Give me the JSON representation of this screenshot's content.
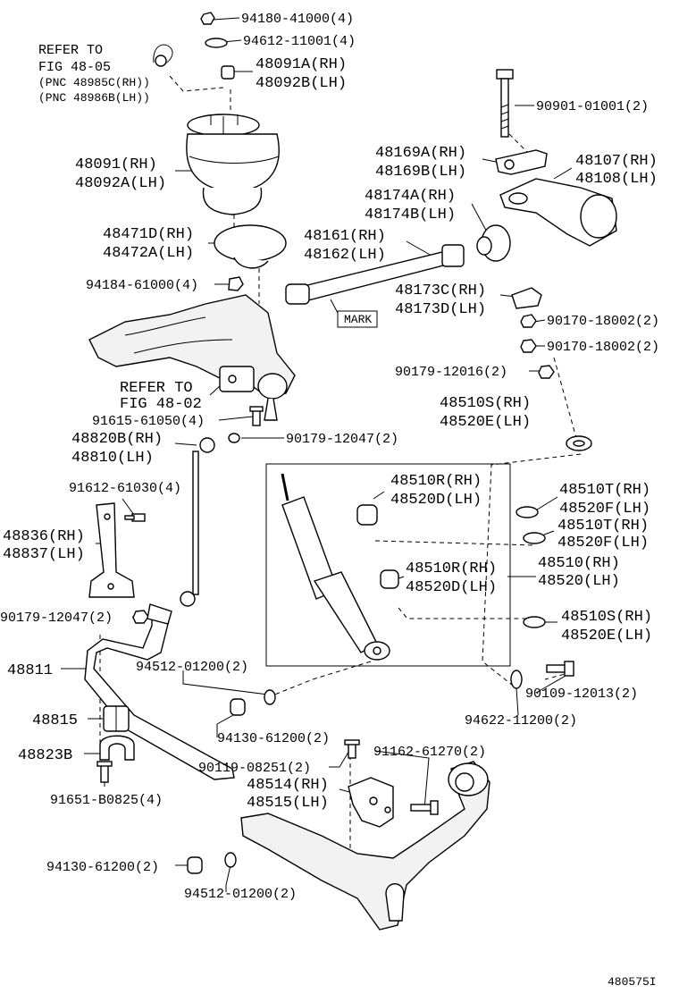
{
  "refs": {
    "ref1_line1": "REFER TO",
    "ref1_line2": "FIG 48-05",
    "ref1_line3": "(PNC 48985C(RH))",
    "ref1_line4": "(PNC 48986B(LH))",
    "ref2_line1": "REFER TO",
    "ref2_line2": "FIG 48-02",
    "mark": "MARK"
  },
  "labels": {
    "l_94180": "94180-41000(4)",
    "l_94612": "94612-11001(4)",
    "l_48091A": "48091A(RH)",
    "l_48092B": "48092B(LH)",
    "l_90901": "90901-01001(2)",
    "l_48169A": "48169A(RH)",
    "l_48169B": "48169B(LH)",
    "l_48107": "48107(RH)",
    "l_48108": "48108(LH)",
    "l_48091": "48091(RH)",
    "l_48092A": "48092A(LH)",
    "l_48174A": "48174A(RH)",
    "l_48174B": "48174B(LH)",
    "l_48471D": "48471D(RH)",
    "l_48472A": "48472A(LH)",
    "l_48161": "48161(RH)",
    "l_48162": "48162(LH)",
    "l_94184": "94184-61000(4)",
    "l_48173C": "48173C(RH)",
    "l_48173D": "48173D(LH)",
    "l_90170a": "90170-18002(2)",
    "l_90170b": "90170-18002(2)",
    "l_90179_12016": "90179-12016(2)",
    "l_48510S_a": "48510S(RH)",
    "l_48520E_a": "48520E(LH)",
    "l_91615": "91615-61050(4)",
    "l_48820B": "48820B(RH)",
    "l_48810": "48810(LH)",
    "l_90179_12047a": "90179-12047(2)",
    "l_48510R_a": "48510R(RH)",
    "l_48520D_a": "48520D(LH)",
    "l_91612": "91612-61030(4)",
    "l_48510T_a": "48510T(RH)",
    "l_48520F_a": "48520F(LH)",
    "l_48510T_b": "48510T(RH)",
    "l_48520F_b": "48520F(LH)",
    "l_48836": "48836(RH)",
    "l_48837": "48837(LH)",
    "l_48510R_b": "48510R(RH)",
    "l_48520D_b": "48520D(LH)",
    "l_48510": "48510(RH)",
    "l_48520": "48520(LH)",
    "l_90179_12047b": "90179-12047(2)",
    "l_48510S_b": "48510S(RH)",
    "l_48520E_b": "48520E(LH)",
    "l_48811": "48811",
    "l_94512a": "94512-01200(2)",
    "l_90109": "90109-12013(2)",
    "l_48815": "48815",
    "l_94622": "94622-11200(2)",
    "l_94130a": "94130-61200(2)",
    "l_48823B": "48823B",
    "l_90119": "90119-08251(2)",
    "l_91162": "91162-61270(2)",
    "l_48514": "48514(RH)",
    "l_48515": "48515(LH)",
    "l_91651": "91651-B0825(4)",
    "l_94130b": "94130-61200(2)",
    "l_94512b": "94512-01200(2)",
    "illustration_id": "480575I"
  }
}
